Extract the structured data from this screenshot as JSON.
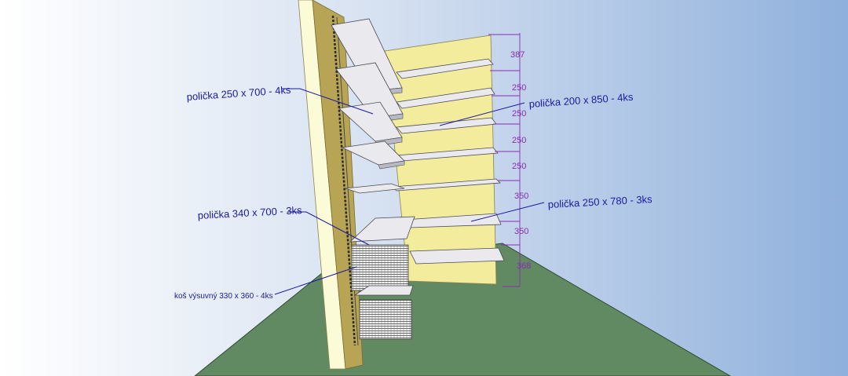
{
  "labels": {
    "top_left_shelf": "polička 250 x 700 - 4ks",
    "right_top_shelf": "polička 200 x 850 - 4ks",
    "left_mid_shelf": "polička 340 x 700 - 3ks",
    "right_bottom_shelf": "polička 250 x 780 - 3ks",
    "basket": "koš výsuvný 330 x 360 - 4ks"
  },
  "dimensions": [
    "387",
    "250",
    "250",
    "250",
    "250",
    "350",
    "350",
    "368"
  ],
  "colors": {
    "sky_left": "#ffffff",
    "sky_right": "#8fb0dc",
    "floor": "#628a62",
    "back_wall": "#f3ec9c",
    "side_wall": "#b7a455",
    "side_front": "#fcfbd8",
    "label": "#1a1aa0",
    "dimension": "#8a2bb5"
  }
}
